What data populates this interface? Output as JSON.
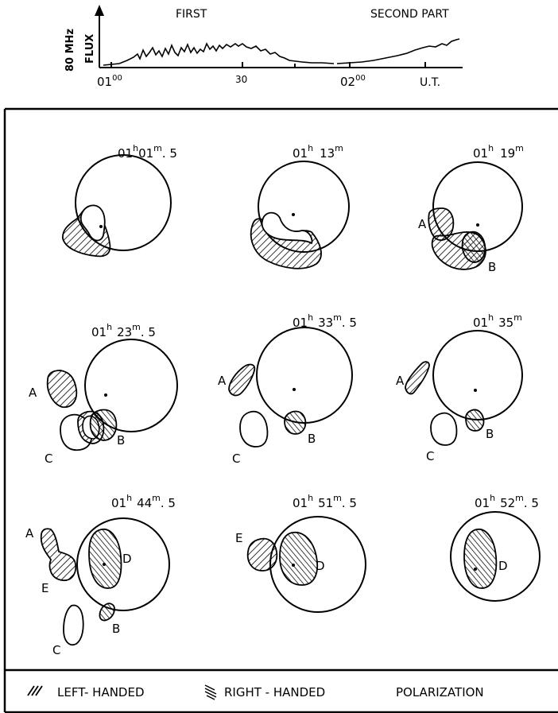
{
  "flux_plot": {
    "ylabel_top": "80 MHz",
    "ylabel_bottom": "FLUX",
    "phase_first": "FIRST",
    "phase_second": "SECOND  PART",
    "ticks": [
      {
        "base": "01",
        "sup": "00"
      },
      {
        "base": "30",
        "sup": ""
      },
      {
        "base": "02",
        "sup": "00"
      },
      {
        "base": "U.T.",
        "sup": ""
      }
    ]
  },
  "panels": [
    {
      "time": {
        "h": "01",
        "hs": "h",
        "m": "01",
        "ms": "m",
        "frac": ". 5"
      },
      "labels": []
    },
    {
      "time": {
        "h": "01",
        "hs": "h",
        "m": "13",
        "ms": "m",
        "frac": ""
      },
      "labels": []
    },
    {
      "time": {
        "h": "01",
        "hs": "h",
        "m": "19",
        "ms": "m",
        "frac": ""
      },
      "labels": [
        "A",
        "B"
      ]
    },
    {
      "time": {
        "h": "01",
        "hs": "h",
        "m": "23",
        "ms": "m",
        "frac": ". 5"
      },
      "labels": [
        "A",
        "B",
        "C"
      ]
    },
    {
      "time": {
        "h": "01",
        "hs": "h",
        "m": "33",
        "ms": "m",
        "frac": ". 5"
      },
      "labels": [
        "A",
        "B",
        "C"
      ]
    },
    {
      "time": {
        "h": "01",
        "hs": "h",
        "m": "35",
        "ms": "m",
        "frac": ""
      },
      "labels": [
        "A",
        "B",
        "C"
      ]
    },
    {
      "time": {
        "h": "01",
        "hs": "h",
        "m": "44",
        "ms": "m",
        "frac": ". 5"
      },
      "labels": [
        "A",
        "E",
        "D",
        "B",
        "C"
      ]
    },
    {
      "time": {
        "h": "01",
        "hs": "h",
        "m": "51",
        "ms": "m",
        "frac": ". 5"
      },
      "labels": [
        "E",
        "D"
      ]
    },
    {
      "time": {
        "h": "01",
        "hs": "h",
        "m": "52",
        "ms": "m",
        "frac": ". 5"
      },
      "labels": [
        "D"
      ]
    }
  ],
  "legend": {
    "left_handed": "LEFT- HANDED",
    "right_handed": "RIGHT - HANDED",
    "polarization": "POLARIZATION"
  }
}
